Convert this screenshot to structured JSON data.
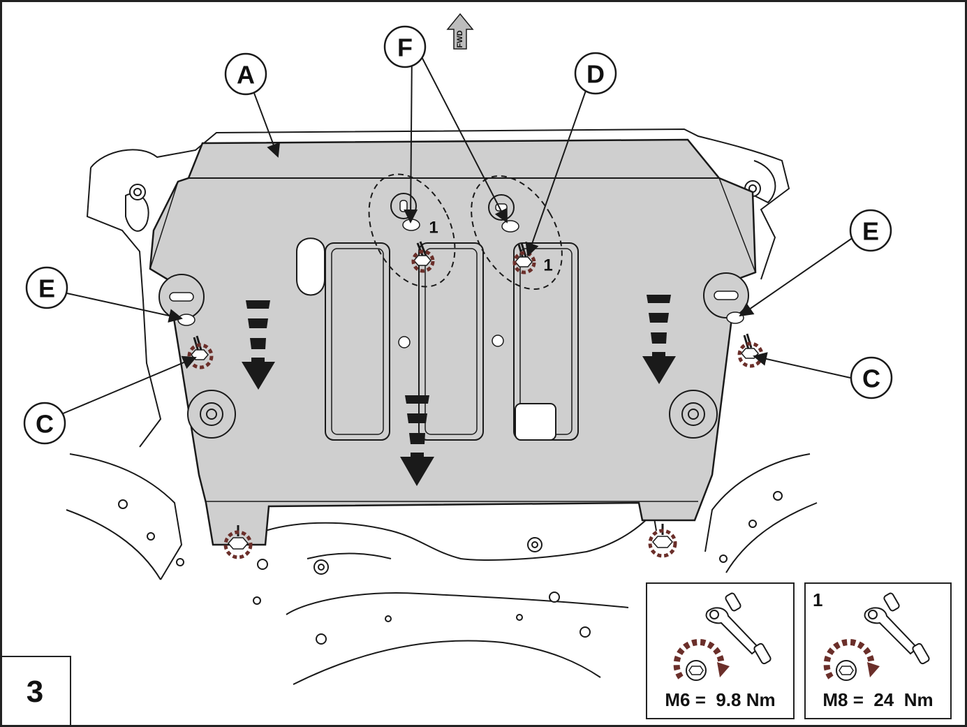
{
  "figure": {
    "step_number": "3",
    "fwd_label": "FWD",
    "callouts": {
      "A": "A",
      "F": "F",
      "D": "D",
      "E_left": "E",
      "E_right": "E",
      "C_left": "C",
      "C_right": "C"
    },
    "torque_marks": {
      "near_F": "1",
      "near_D": "1"
    }
  },
  "torque_specs": [
    {
      "number": "",
      "label": "M6 =  9.8 Nm"
    },
    {
      "number": "1",
      "label": "M8 =  24  Nm"
    }
  ],
  "colors": {
    "plate": "#cfcfcf",
    "line": "#1a1a1a",
    "arrow": "#1a1a1a",
    "torque_indicator": "#6b2f2a"
  }
}
